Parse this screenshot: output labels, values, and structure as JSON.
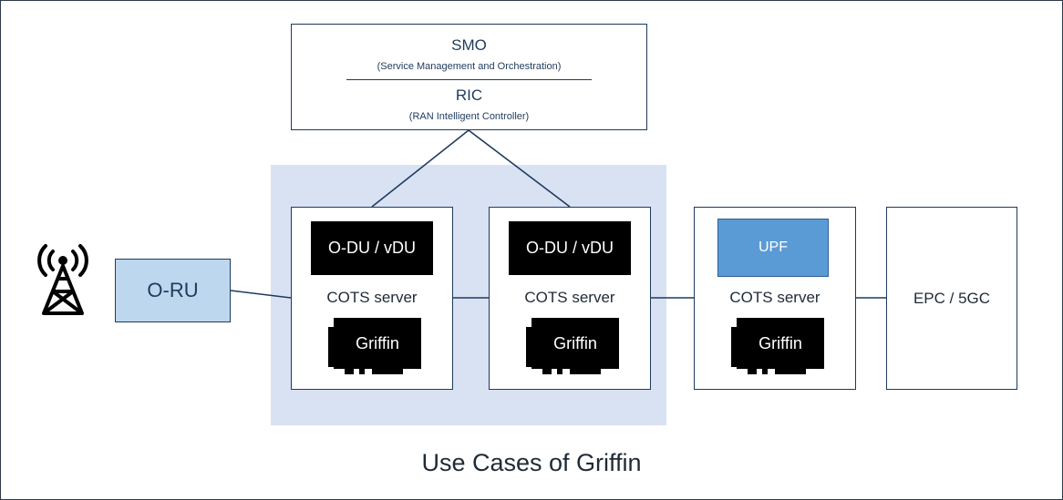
{
  "smo": {
    "title": "SMO",
    "subtitle": "(Service Management and Orchestration)",
    "ric_title": "RIC",
    "ric_subtitle": "(RAN  Intelligent Controller)"
  },
  "oru": {
    "label": "O-RU"
  },
  "servers": [
    {
      "top_label": "O-DU / vDU",
      "server_label": "COTS server",
      "card_label": "Griffin"
    },
    {
      "top_label": "O-DU / vDU",
      "server_label": "COTS server",
      "card_label": "Griffin"
    },
    {
      "top_label": "UPF",
      "server_label": "COTS server",
      "card_label": "Griffin"
    }
  ],
  "core": {
    "label": "EPC / 5GC"
  },
  "caption": "Use Cases of Griffin",
  "icons": {
    "antenna": "radio-tower-icon"
  },
  "colors": {
    "highlight": "#d9e2f3",
    "oru_fill": "#bdd7ee",
    "upf_fill": "#5b9bd5",
    "border": "#1f3a5c"
  }
}
